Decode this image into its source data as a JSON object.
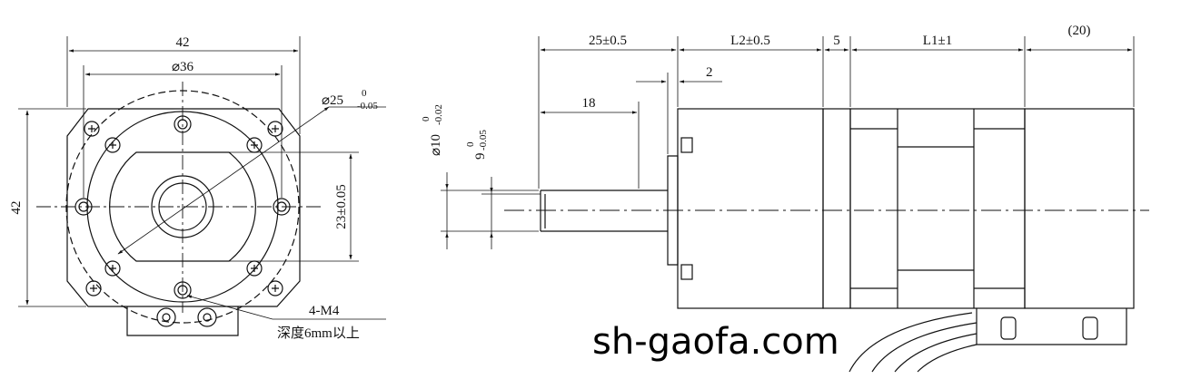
{
  "front_view": {
    "dim_width": "42",
    "dim_circle": "⌀36",
    "dim_pilot": "⌀25",
    "dim_pilot_tol_upper": "0",
    "dim_pilot_tol_lower": "-0.05",
    "dim_height": "42",
    "dim_flat": "23±0.05",
    "thread_label": "4-M4",
    "depth_label": "深度6mm以上"
  },
  "side_view": {
    "dim_shaft_length": "25±0.5",
    "dim_l2": "L2±0.5",
    "dim_spacer": "5",
    "dim_l1": "L1±1",
    "dim_tail": "(20)",
    "dim_boss": "2",
    "dim_flat_length": "18",
    "dim_shaft_dia": "⌀10",
    "dim_shaft_dia_tol_upper": "0",
    "dim_shaft_dia_tol_lower": "-0.02",
    "dim_flat_depth": "9",
    "dim_flat_depth_tol_upper": "0",
    "dim_flat_depth_tol_lower": "-0.05"
  },
  "watermark": "sh-gaofa.com"
}
